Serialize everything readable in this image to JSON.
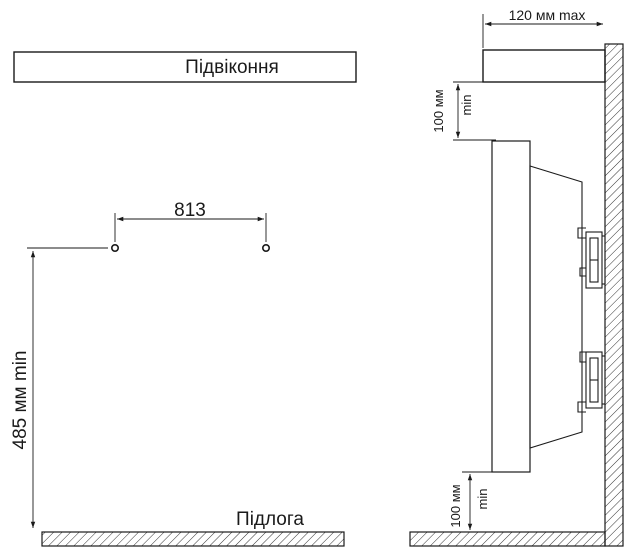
{
  "labels": {
    "sill": "Підвіконня",
    "floor": "Підлога",
    "spacing": "813",
    "height_min": "485 мм min",
    "depth_max": "120 мм max",
    "gap_top_value": "100 мм",
    "gap_top_unit": "min",
    "gap_bottom_value": "100 мм",
    "gap_bottom_unit": "min"
  }
}
